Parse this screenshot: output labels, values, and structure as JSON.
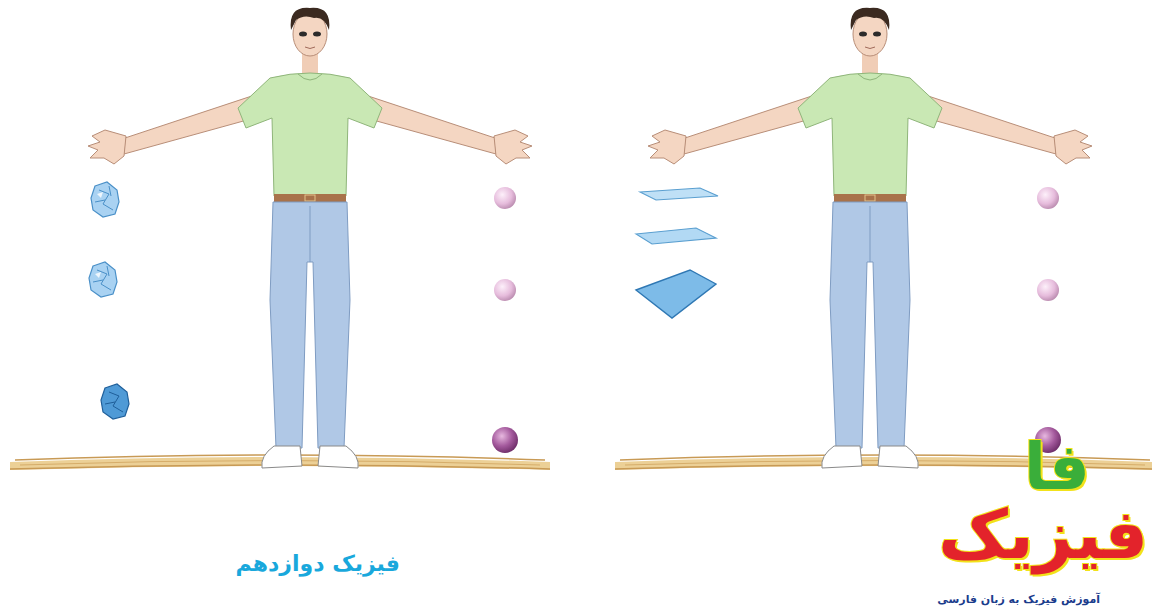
{
  "diagram": {
    "labels": [
      "فیزیک دوازدهم",
      "فا",
      "فیزیک",
      "آموزش فیزیک به زبان فارسی"
    ]
  }
}
